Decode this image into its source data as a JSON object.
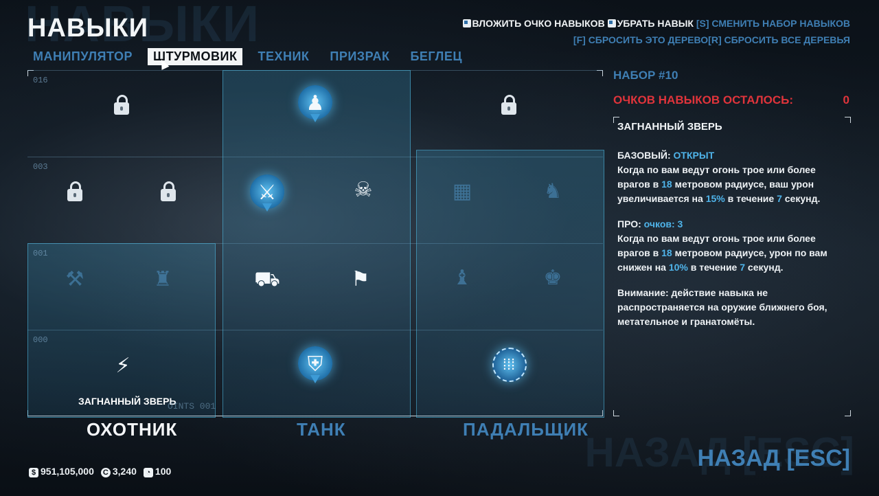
{
  "header": {
    "ghost_title": "НАВЫКИ",
    "title": "НАВЫКИ",
    "tabs": [
      {
        "label": "МАНИПУЛЯТОР",
        "active": false
      },
      {
        "label": "ШТУРМОВИК",
        "active": true
      },
      {
        "label": "ТЕХНИК",
        "active": false
      },
      {
        "label": "ПРИЗРАК",
        "active": false
      },
      {
        "label": "БЕГЛЕЦ",
        "active": false
      }
    ],
    "controls": {
      "invest": "ВЛОЖИТЬ ОЧКО НАВЫКОВ",
      "remove": "УБРАТЬ НАВЫК",
      "switch_set": "[S] СМЕНИТЬ НАБОР НАВЫКОВ",
      "reset_tree": "[F] СБРОСИТЬ ЭТО ДЕРЕВО",
      "reset_all": "[R] СБРОСИТЬ ВСЕ ДЕРЕВЬЯ"
    }
  },
  "tree": {
    "tier_numbers": [
      "016",
      "003",
      "001",
      "000"
    ],
    "points_note": "OINTS 001",
    "selected_skill_caption": "ЗАГНАННЫЙ ЗВЕРЬ",
    "subtrees": [
      {
        "name": "ОХОТНИК",
        "active": true
      },
      {
        "name": "ТАНК",
        "active": false
      },
      {
        "name": "ПАДАЛЬЩИК",
        "active": false
      }
    ],
    "icons": {
      "locked": "lock-icon",
      "hunter_base": "cornered-beast-icon",
      "tank_top": "juggernaut-icon",
      "tank_base": "armor-vest-icon",
      "scavenger_base": "ammo-ring-icon"
    }
  },
  "panel": {
    "set_label": "НАБОР #10",
    "points_label": "ОЧКОВ НАВЫКОВ ОСТАЛОСЬ:",
    "points_value": "0",
    "skill_title": "ЗАГНАННЫЙ ЗВЕРЬ",
    "basic_label": "БАЗОВЫЙ:",
    "basic_status": "ОТКРЫТ",
    "basic_desc_1": "Когда по вам ведут огонь трое или более врагов в ",
    "basic_num_1": "18",
    "basic_desc_2": " метровом радиусе, ваш урон увеличивается на ",
    "basic_num_2": "15%",
    "basic_desc_3": " в течение ",
    "basic_num_3": "7",
    "basic_desc_4": " секунд.",
    "pro_label": "ПРО:",
    "pro_cost": "очков: 3",
    "pro_desc_1": "Когда по вам ведут огонь трое или более врагов в ",
    "pro_num_1": "18",
    "pro_desc_2": " метровом радиусе, урон по вам снижен на ",
    "pro_num_2": "10%",
    "pro_desc_3": " в течение ",
    "pro_num_3": "7",
    "pro_desc_4": " секунд.",
    "note": "Внимание: действие навыка не распространяется на оружие ближнего боя, метательное и гранатомёты."
  },
  "footer": {
    "back_ghost": "НАЗАД [ESC]",
    "back": "НАЗАД [ESC]",
    "money": "951,105,000",
    "coins": "3,240",
    "level": "100"
  },
  "colors": {
    "accent": "#3f7fb4",
    "highlight": "#4fb4ea",
    "warning": "#e0343b"
  }
}
